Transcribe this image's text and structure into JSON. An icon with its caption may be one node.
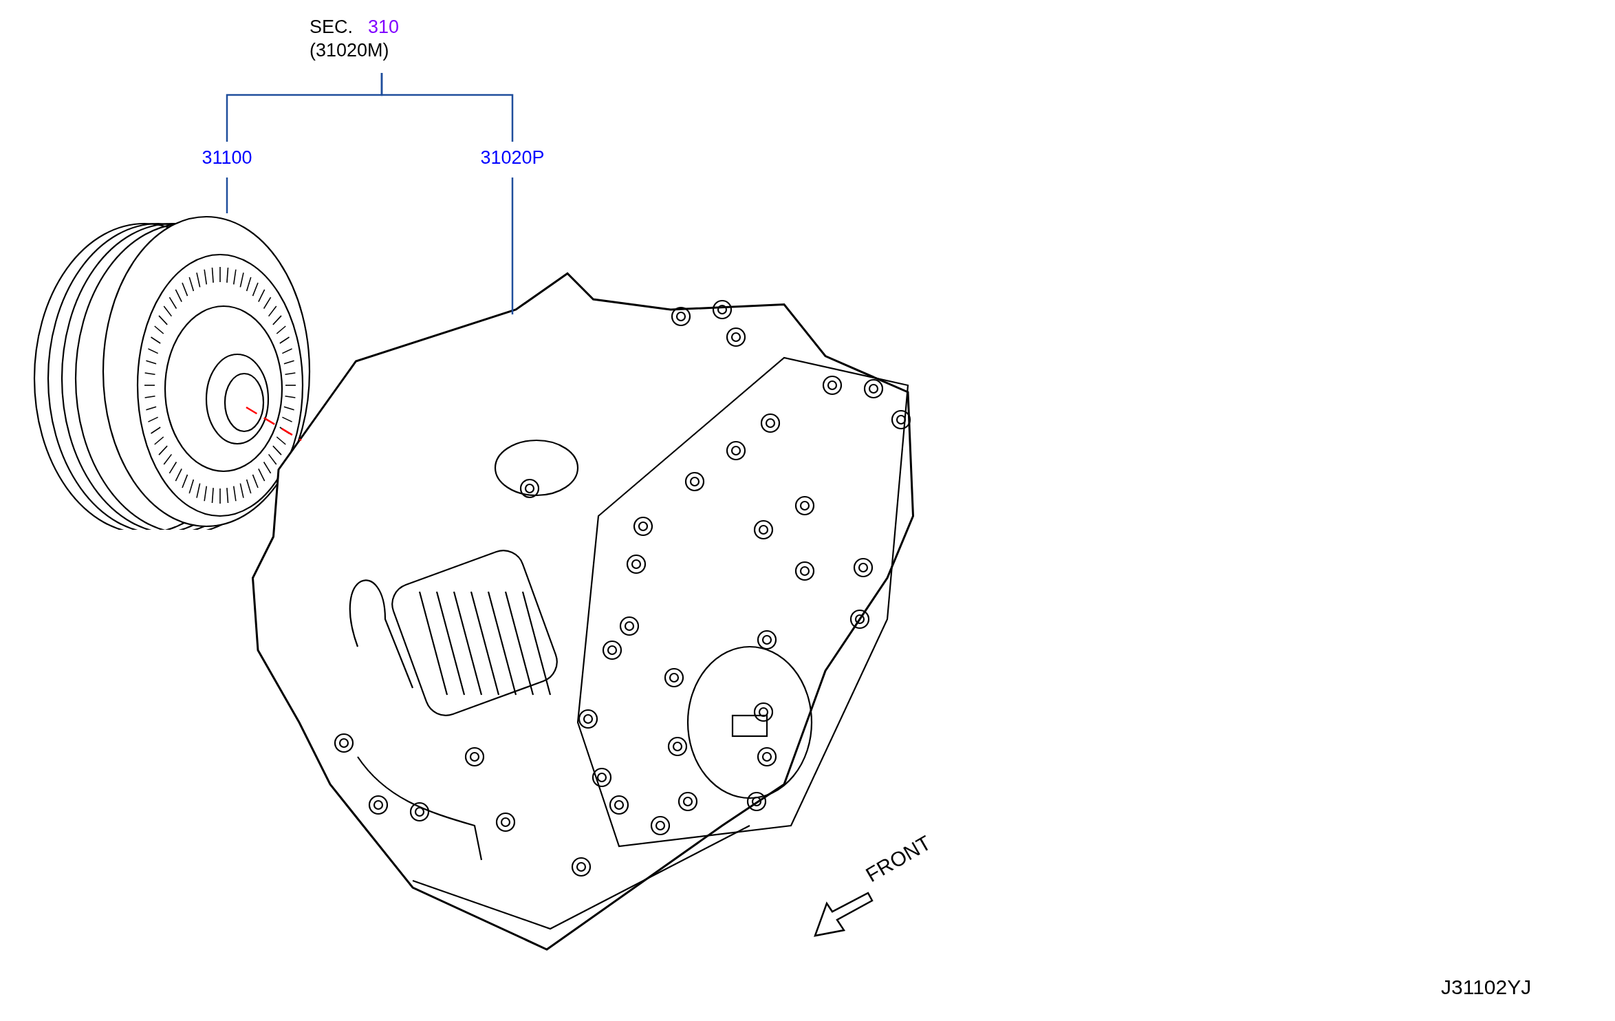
{
  "diagram": {
    "nodes": [
      {
        "text": [
          "SEC.",
          "310",
          "(31020M)"
        ]
      },
      {
        "text": [
          "31100"
        ]
      },
      {
        "text": [
          "31020P"
        ]
      },
      {
        "text": [],
        "shape": "picture"
      },
      {
        "text": [],
        "shape": "picture"
      }
    ],
    "edges": [
      {
        "from": 0,
        "to": 1,
        "arrow": "none"
      },
      {
        "from": 0,
        "to": 2,
        "arrow": "none"
      },
      {
        "from": 1,
        "to": 3,
        "arrow": "none"
      },
      {
        "from": 2,
        "to": 4,
        "arrow": "none"
      },
      {
        "from": 3,
        "to": 4,
        "arrow": "none",
        "style": "dashed",
        "color": "#ff0000"
      }
    ],
    "labels": [
      "FRONT",
      "J31102YJ"
    ]
  }
}
